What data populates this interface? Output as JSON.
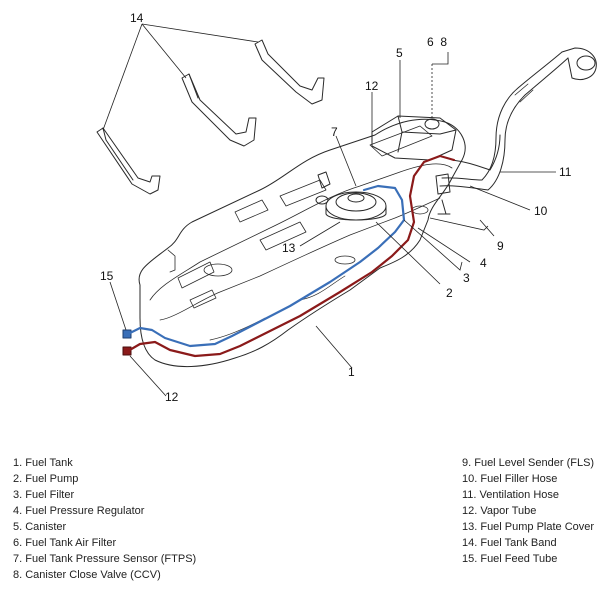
{
  "callouts": {
    "c14": "14",
    "c5": "5",
    "c6_8": "6  8",
    "c12_top": "12",
    "c7": "7",
    "c11": "11",
    "c10": "10",
    "c9": "9",
    "c4": "4",
    "c3": "3",
    "c2": "2",
    "c13": "13",
    "c15": "15",
    "c12_bottom": "12",
    "c1": "1"
  },
  "legend": {
    "left": [
      "1. Fuel Tank",
      "2. Fuel Pump",
      "3. Fuel Filter",
      "4. Fuel Pressure Regulator",
      "5. Canister",
      "6. Fuel Tank Air Filter",
      "7. Fuel Tank Pressure Sensor (FTPS)",
      "8. Canister Close Valve (CCV)"
    ],
    "right": [
      "9. Fuel Level Sender (FLS)",
      "10. Fuel Filler Hose",
      "11. Ventilation Hose",
      "12. Vapor Tube",
      "13. Fuel Pump Plate Cover",
      "14. Fuel Tank Band",
      "15. Fuel Feed Tube"
    ]
  },
  "colors": {
    "outline": "#2a2a2a",
    "feed_tube": "#3a6fb8",
    "vapor_tube": "#8b1a1a"
  }
}
